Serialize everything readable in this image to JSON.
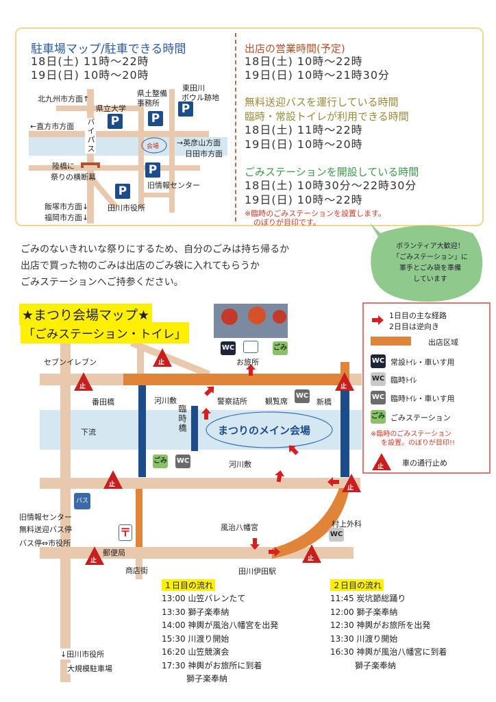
{
  "parking": {
    "title": "駐車場マップ/駐車できる時間",
    "times": [
      "18日(土) 11時〜22時",
      "19日(日) 10時〜20時"
    ],
    "labels": {
      "kitakyushu": "北九州市方面↑",
      "kenritsu": "県立大学",
      "doboku": "県土整備\n事務所",
      "doboku1": "県土整備",
      "doboku2": "事務所",
      "higashi1": "東田川",
      "higashi2": "ボウル跡地",
      "nogata": "←直方市方面",
      "bypass": "バイパス",
      "venue": "会場",
      "hikosan1": "→英彦山方面",
      "hikosan2": "日田市方面",
      "rikkyo1": "陸橋に",
      "rikkyo2": "祭りの横断幕",
      "info": "旧情報センター",
      "iizuka": "飯塚市方面↓",
      "fukuoka": "福岡市方面↓",
      "cityhall": "田川市役所"
    },
    "parking_icon": "P"
  },
  "hours": {
    "shop_title": "出店の営業時間(予定)",
    "shop_times": [
      "18日(土) 10時〜22時",
      "19日(日) 10時〜21時30分"
    ],
    "bus_title1": "無料送迎バスを運行している時間",
    "bus_title2": "臨時・常設トイレが利用できる時間",
    "bus_times": [
      "18日(土) 11時〜22時",
      "19日(日) 10時〜20時"
    ],
    "gomi_title": "ごみステーションを開設している時間",
    "gomi_times": [
      "18日(土) 10時30分〜22時30分",
      "19日(日) 10時〜22時"
    ],
    "note1": "※臨時のごみステーションを設置します。",
    "note2": "のぼりが目印です。"
  },
  "bubble": [
    "ボランティア大歓迎！",
    "「ごみステーション」に",
    "軍手とごみ袋を準備",
    "しています"
  ],
  "message": [
    "ごみのないきれいな祭りにするため、自分のごみは持ち帰るか",
    "出店で買った物のごみは出店のごみ袋に入れてもらうか",
    "ごみステーションへご持参ください。"
  ],
  "map": {
    "title1": "★まつり会場マップ★",
    "title2": "「ごみステーション・トイレ」",
    "labels": {
      "seven": "セブンイレブン",
      "otabisho": "お旅所",
      "banda": "番田橋",
      "kasen1": "河川敷",
      "police": "警察詰所",
      "seats": "観覧席",
      "shinbashi": "新橋",
      "karyu": "下流",
      "rinji": "臨時橋",
      "main": "まつりのメイン会場",
      "kasen2": "河川敷",
      "bus": "バス",
      "info1": "旧情報センター",
      "info2": "無料送迎バス停",
      "info3": "バス停⇔市役所",
      "post": "〒",
      "postoffice": "郵便局",
      "shotengai": "商店街",
      "furuji": "風治八幡宮",
      "station": "田川伊田駅",
      "murakami": "村上外科",
      "cityhall1": "↓田川市役所",
      "cityhall2": "大規模駐車場"
    },
    "wc": "WC",
    "gomi": "ごみ",
    "stop": "止"
  },
  "legend": {
    "route1": "1日目の主な経路",
    "route2": "2日目は逆向き",
    "shop_area": "出店区域",
    "wc_perm": "常設ﾄｲﾚ・車いす用",
    "wc_temp": "臨時ﾄｲﾚ",
    "wc_temp_access": "臨時ﾄｲﾚ・車いす用",
    "gomi_station": "ごみステーション",
    "note1": "※臨時のごみステーション",
    "note2": "を設置。のぼりが目印!!",
    "stop": "車の通行止め"
  },
  "schedule": {
    "day1": {
      "title": "１日目の流れ",
      "items": [
        "13:00 山笠バレンたて",
        "13:30 獅子楽奉納",
        "14:00 神輿が風治八幡宮を出発",
        "15:30 川渡り開始",
        "16:20 山笠競演会",
        "17:30 神輿がお旅所に到着",
        "　　　獅子楽奉納"
      ]
    },
    "day2": {
      "title": "２日目の流れ",
      "items": [
        "11:45 炭坑節総踊り",
        "12:00 獅子楽奉納",
        "12:30 神輿がお旅所を出発",
        "13:30 川渡り開始",
        "16:30 神輿が風治八幡宮に到着",
        "　　　獅子楽奉納"
      ]
    }
  },
  "colors": {
    "road": "#e8c9ad",
    "shop": "#e0843a",
    "river": "#d5e8f2",
    "bridge": "#1c4c8a",
    "red": "#d42020",
    "green": "#8cc06a"
  }
}
